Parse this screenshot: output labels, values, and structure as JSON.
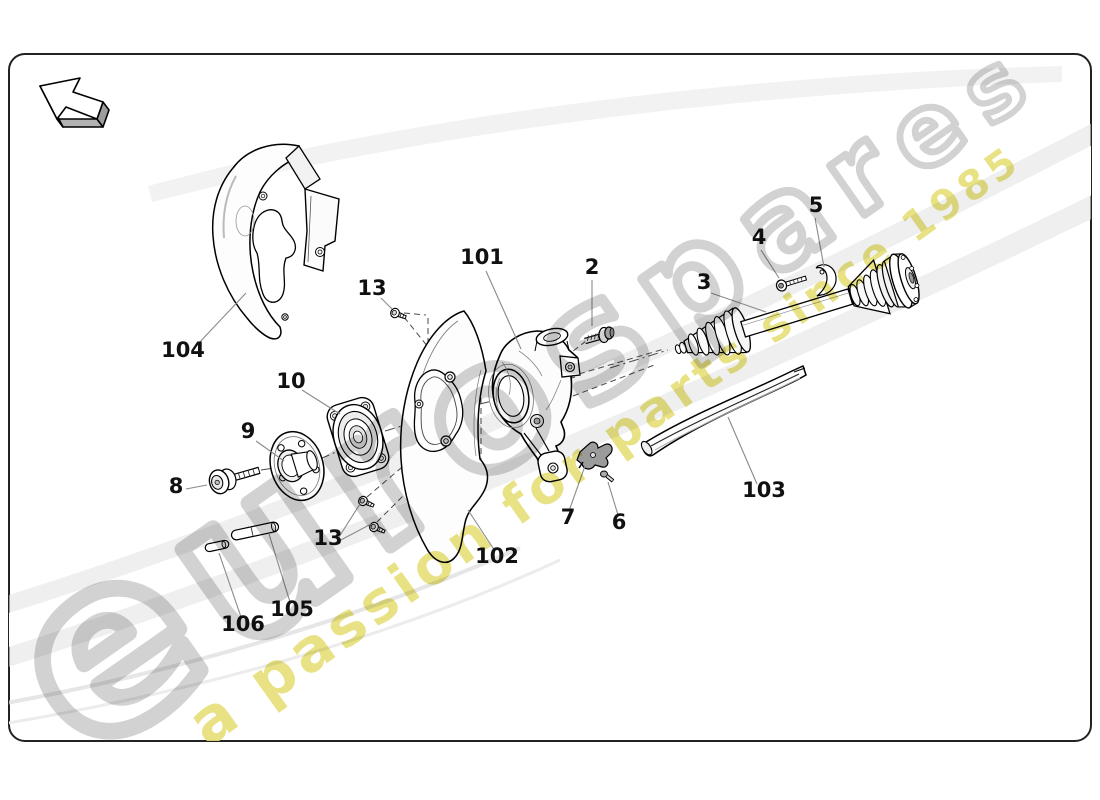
{
  "watermark": {
    "brand": "eurospares",
    "tagline": "a passion for parts since 1985",
    "brand_color": "#c7c7c7",
    "tagline_color": "#e6e07a"
  },
  "nav": {
    "back_arrow_icon": "arrow-up-left"
  },
  "diagram": {
    "labels": [
      {
        "part": "104",
        "text": "104"
      },
      {
        "part": "13a",
        "text": "13"
      },
      {
        "part": "10",
        "text": "10"
      },
      {
        "part": "9",
        "text": "9"
      },
      {
        "part": "8",
        "text": "8"
      },
      {
        "part": "101",
        "text": "101"
      },
      {
        "part": "2",
        "text": "2"
      },
      {
        "part": "13b",
        "text": "13"
      },
      {
        "part": "102",
        "text": "102"
      },
      {
        "part": "105",
        "text": "105"
      },
      {
        "part": "106",
        "text": "106"
      },
      {
        "part": "7",
        "text": "7"
      },
      {
        "part": "6",
        "text": "6"
      },
      {
        "part": "3",
        "text": "3"
      },
      {
        "part": "4",
        "text": "4"
      },
      {
        "part": "5",
        "text": "5"
      },
      {
        "part": "103",
        "text": "103"
      }
    ]
  },
  "colors": {
    "line": "#000000",
    "leader": "#8a8a8a",
    "swoosh": "#e4e4e4",
    "border": "#222222",
    "background": "#ffffff"
  }
}
